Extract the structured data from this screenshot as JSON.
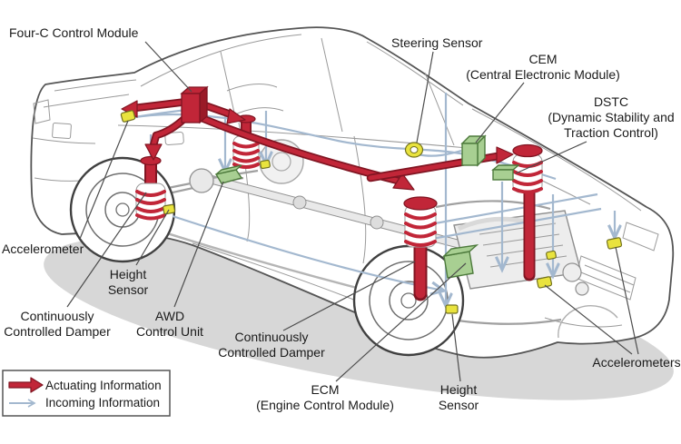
{
  "diagram": {
    "labels": [
      {
        "id": "four-c-control-module",
        "lines": [
          "Four-C Control Module"
        ]
      },
      {
        "id": "steering-sensor",
        "lines": [
          "Steering Sensor"
        ]
      },
      {
        "id": "cem",
        "lines": [
          "CEM",
          "(Central Electronic Module)"
        ]
      },
      {
        "id": "dstc",
        "lines": [
          "DSTC",
          "(Dynamic Stability and",
          "Traction Control)"
        ]
      },
      {
        "id": "accelerometer-rear",
        "lines": [
          "Accelerometer"
        ]
      },
      {
        "id": "height-sensor-rear",
        "lines": [
          "Height",
          "Sensor"
        ]
      },
      {
        "id": "continuously-controlled-damper-rear",
        "lines": [
          "Continuously",
          "Controlled Damper"
        ]
      },
      {
        "id": "awd-control-unit",
        "lines": [
          "AWD",
          "Control Unit"
        ]
      },
      {
        "id": "continuously-controlled-damper-front",
        "lines": [
          "Continuously",
          "Controlled Damper"
        ]
      },
      {
        "id": "ecm",
        "lines": [
          "ECM",
          "(Engine Control Module)"
        ]
      },
      {
        "id": "height-sensor-front",
        "lines": [
          "Height",
          "Sensor"
        ]
      },
      {
        "id": "accelerometers-front",
        "lines": [
          "Accelerometers"
        ]
      }
    ],
    "legend": {
      "items": [
        {
          "label": "Actuating Information",
          "color": "#c12638",
          "style": "thick-red-arrow"
        },
        {
          "label": "Incoming Information",
          "color": "#a3b8cf",
          "style": "thin-blue-arrow"
        }
      ]
    },
    "colors": {
      "actuating_red": "#c12638",
      "actuating_red_dark": "#801522",
      "incoming_blue": "#a3b8cf",
      "module_green": "#a8cf92",
      "sensor_yellow": "#e9e33e",
      "shadow_gray": "#d7d7d7",
      "line_gray": "#6f6f6f",
      "text": "#1a1a1a"
    }
  }
}
